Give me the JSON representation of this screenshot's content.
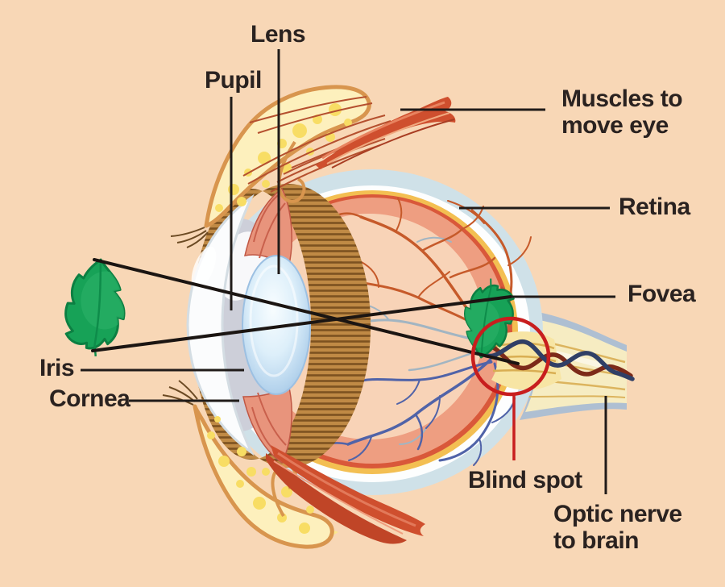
{
  "figure": {
    "type": "anatomy-diagram",
    "subject": "Human eye cross-section showing image formation of a leaf on the retina",
    "background_color": "#f8d7b6",
    "labels": {
      "lens": "Lens",
      "pupil": "Pupil",
      "muscles": "Muscles to move eye",
      "retina": "Retina",
      "fovea": "Fovea",
      "iris": "Iris",
      "cornea": "Cornea",
      "blind_spot": "Blind spot",
      "optic_nerve": "Optic nerve to brain"
    },
    "colors": {
      "text": "#2a2220",
      "leader_line": "#201b19",
      "light_ray": "#1b1512",
      "blind_spot_marker": "#c81e1e",
      "leaf_green": "#17a257",
      "leaf_outline": "#0c7f42",
      "sclera_blue": "#cfe1e8",
      "choroid_gold": "#f3bf52",
      "retina_red": "#d9583a",
      "inner_salmon": "#ee9e81",
      "fundus_peach": "#f8d3b7",
      "artery_orange": "#c65a2a",
      "vein_blue": "#5063a8",
      "muscle_red": "#cf4f2e",
      "eyelid_cream": "#fdf0bd",
      "eyelid_outline": "#d8954e",
      "nerve_cream": "#f6ecc2",
      "nerve_outline": "#aebfd2",
      "lens_blue": "#9ec3e8"
    }
  }
}
